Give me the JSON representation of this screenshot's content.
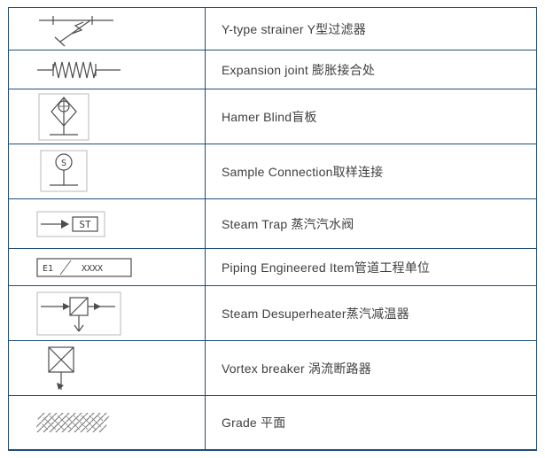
{
  "colors": {
    "border": "#1f4e79",
    "text": "#404040"
  },
  "table": {
    "rows": [
      {
        "symbol": "y-type-strainer",
        "label": "Y-type strainer Y型过滤器"
      },
      {
        "symbol": "expansion-joint",
        "label": "Expansion joint  膨胀接合处"
      },
      {
        "symbol": "hamer-blind",
        "label": "Hamer Blind盲板"
      },
      {
        "symbol": "sample-connection",
        "label": "Sample Connection取样连接"
      },
      {
        "symbol": "steam-trap",
        "label": "Steam Trap  蒸汽汽水阀"
      },
      {
        "symbol": "piping-engineered-item",
        "label": "Piping Engineered Item管道工程单位"
      },
      {
        "symbol": "steam-desuperheater",
        "label": "Steam Desuperheater蒸汽减温器"
      },
      {
        "symbol": "vortex-breaker",
        "label": "Vortex breaker 涡流断路器"
      },
      {
        "symbol": "grade",
        "label": "Grade  平面"
      }
    ],
    "symbol_texts": {
      "sample_letter": "S",
      "steam_trap_tag": "ST",
      "piping_item_prefix": "E1",
      "piping_item_number": "XXXX"
    }
  }
}
